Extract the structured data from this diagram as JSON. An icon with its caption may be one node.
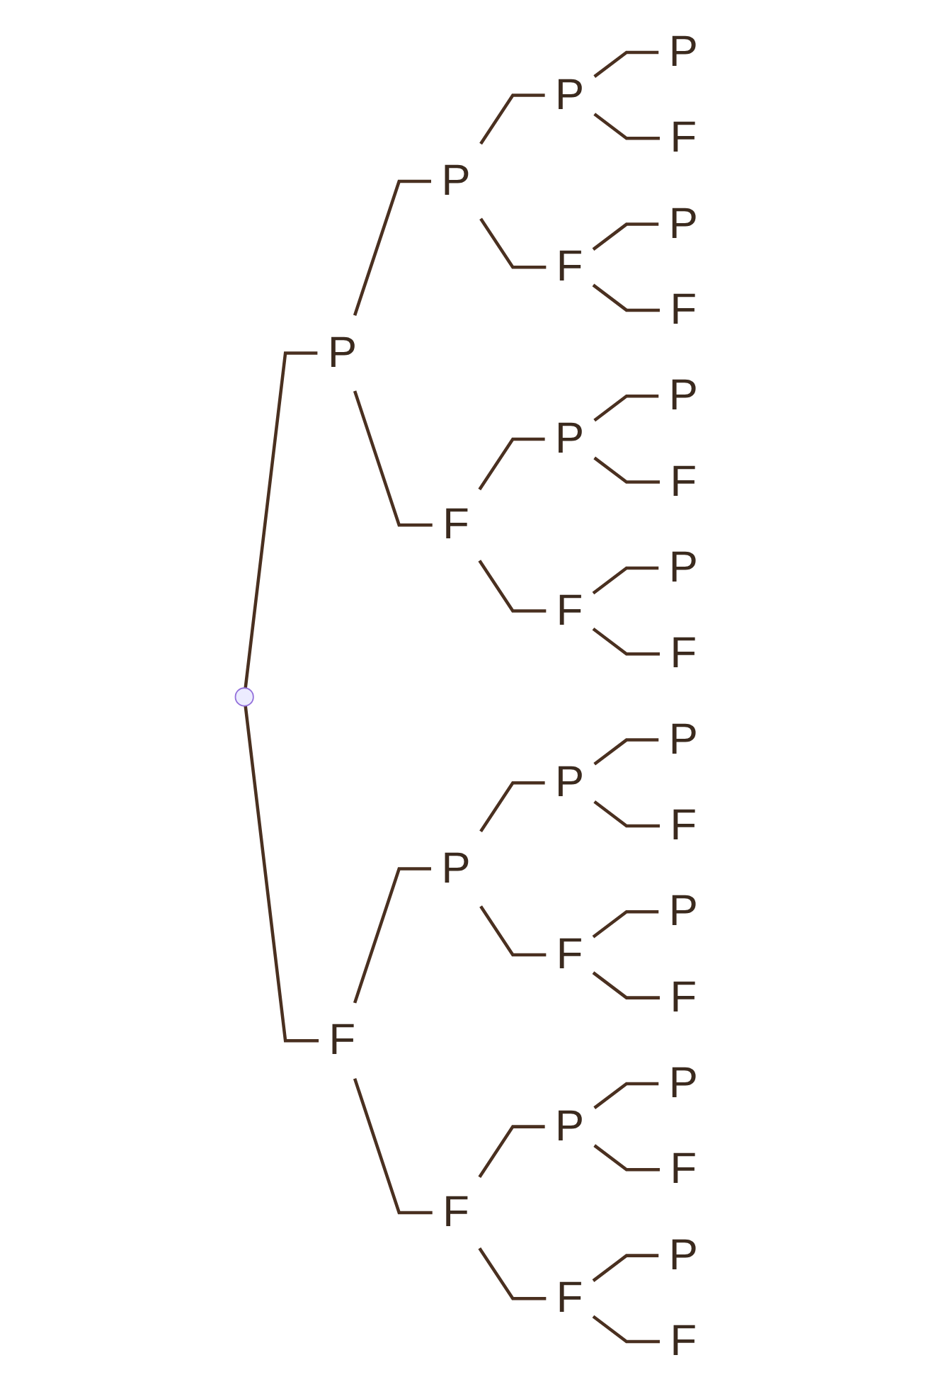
{
  "diagram": {
    "nodes": [
      {
        "text": [
          "P"
        ]
      },
      {
        "text": [
          "F"
        ]
      },
      {
        "text": [
          "P"
        ]
      },
      {
        "text": [
          "F"
        ]
      },
      {
        "text": [
          "P"
        ]
      },
      {
        "text": [
          "F"
        ]
      },
      {
        "text": [
          "P"
        ]
      },
      {
        "text": [
          "F"
        ]
      },
      {
        "text": [
          "P"
        ]
      },
      {
        "text": [
          "F"
        ]
      },
      {
        "text": [
          "P"
        ]
      },
      {
        "text": [
          "F"
        ]
      },
      {
        "text": [
          "P"
        ]
      },
      {
        "text": [
          "F"
        ]
      },
      {
        "text": [
          "P"
        ]
      },
      {
        "text": [
          "F"
        ]
      },
      {
        "text": [
          "P"
        ]
      },
      {
        "text": [
          "F"
        ]
      },
      {
        "text": [
          "P"
        ]
      },
      {
        "text": [
          "F"
        ]
      },
      {
        "text": [
          "P"
        ]
      },
      {
        "text": [
          "F"
        ]
      },
      {
        "text": [
          "P"
        ]
      },
      {
        "text": [
          "F"
        ]
      },
      {
        "text": [
          "P"
        ]
      },
      {
        "text": [
          "F"
        ]
      },
      {
        "text": [
          "P"
        ]
      },
      {
        "text": [
          "F"
        ]
      },
      {
        "text": [
          "P"
        ]
      },
      {
        "text": [
          "F"
        ]
      }
    ],
    "edges": [
      {
        "from": null,
        "to": 0,
        "arrow": "none"
      },
      {
        "from": null,
        "to": 1,
        "arrow": "none"
      },
      {
        "from": 0,
        "to": 2,
        "arrow": "none"
      },
      {
        "from": 0,
        "to": 3,
        "arrow": "none"
      },
      {
        "from": 1,
        "to": 4,
        "arrow": "none"
      },
      {
        "from": 1,
        "to": 5,
        "arrow": "none"
      },
      {
        "from": 2,
        "to": 6,
        "arrow": "none"
      },
      {
        "from": 2,
        "to": 7,
        "arrow": "none"
      },
      {
        "from": 3,
        "to": 8,
        "arrow": "none"
      },
      {
        "from": 3,
        "to": 9,
        "arrow": "none"
      },
      {
        "from": 4,
        "to": 10,
        "arrow": "none"
      },
      {
        "from": 4,
        "to": 11,
        "arrow": "none"
      },
      {
        "from": 5,
        "to": 12,
        "arrow": "none"
      },
      {
        "from": 5,
        "to": 13,
        "arrow": "none"
      },
      {
        "from": 6,
        "to": 14,
        "arrow": "none"
      },
      {
        "from": 6,
        "to": 15,
        "arrow": "none"
      },
      {
        "from": 7,
        "to": 16,
        "arrow": "none"
      },
      {
        "from": 7,
        "to": 17,
        "arrow": "none"
      },
      {
        "from": 8,
        "to": 18,
        "arrow": "none"
      },
      {
        "from": 8,
        "to": 19,
        "arrow": "none"
      },
      {
        "from": 9,
        "to": 20,
        "arrow": "none"
      },
      {
        "from": 9,
        "to": 21,
        "arrow": "none"
      },
      {
        "from": 10,
        "to": 22,
        "arrow": "none"
      },
      {
        "from": 10,
        "to": 23,
        "arrow": "none"
      },
      {
        "from": 11,
        "to": 24,
        "arrow": "none"
      },
      {
        "from": 11,
        "to": 25,
        "arrow": "none"
      },
      {
        "from": 12,
        "to": 26,
        "arrow": "none"
      },
      {
        "from": 12,
        "to": 27,
        "arrow": "none"
      },
      {
        "from": 13,
        "to": 28,
        "arrow": "none"
      },
      {
        "from": 13,
        "to": 29,
        "arrow": "none"
      }
    ]
  }
}
